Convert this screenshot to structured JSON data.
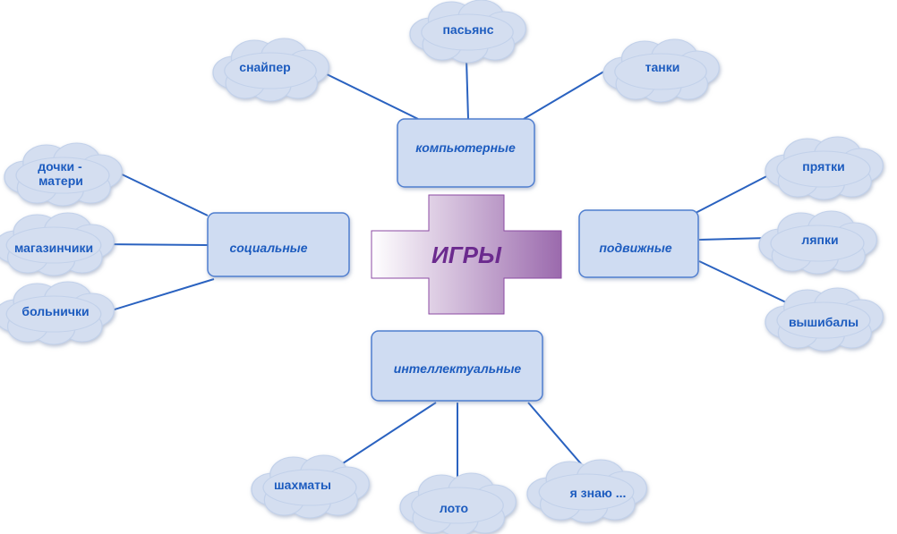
{
  "center": {
    "label": "ИГРЫ"
  },
  "categories": {
    "computer": {
      "label": "компьютерные"
    },
    "social": {
      "label": "социальные"
    },
    "active": {
      "label": "подвижные"
    },
    "intellectual": {
      "label": "интеллектуальные"
    }
  },
  "leaves": {
    "sniper": "снайпер",
    "solitaire": "пасьянс",
    "tanks": "танки",
    "daughters_mothers_1": "дочки -",
    "daughters_mothers_2": "матери",
    "shops": "магазинчики",
    "hospitals": "больнички",
    "hide_seek": "прятки",
    "tag": "ляпки",
    "dodgeball": "вышибалы",
    "chess": "шахматы",
    "lotto": "лото",
    "i_know": "я знаю ..."
  },
  "colors": {
    "line": "#2a62c0",
    "box_fill": "#cfdcf2",
    "box_stroke": "#4f7ecf",
    "cloud_fill": "#d4def0",
    "cloud_stroke": "#b7c8e6",
    "text": "#1f5bbf",
    "center_text": "#6b2a8e",
    "cross_left": "#ffffff",
    "cross_right": "#9b6aad",
    "cross_stroke": "#8b4aa3"
  }
}
